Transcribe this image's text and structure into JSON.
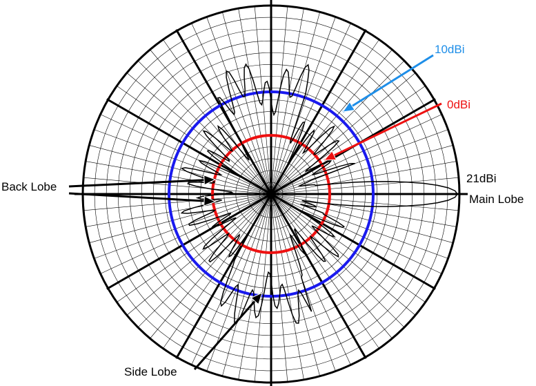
{
  "labels": {
    "ring_10": "10dBi",
    "ring_0": "0dBi",
    "peak": "21dBi",
    "main_lobe": "Main Lobe",
    "back_lobe": "Back Lobe",
    "side_lobe": "Side Lobe"
  },
  "colors": {
    "ring_10": "#1a1aee",
    "ring_10_label": "#1e8ee8",
    "ring_0": "#ee1111",
    "grid": "#000000"
  },
  "chart_data": {
    "type": "polar",
    "rings_dBi": [
      0,
      10
    ],
    "peak_gain_dBi": 21,
    "main_lobe_direction_deg": 0
  }
}
